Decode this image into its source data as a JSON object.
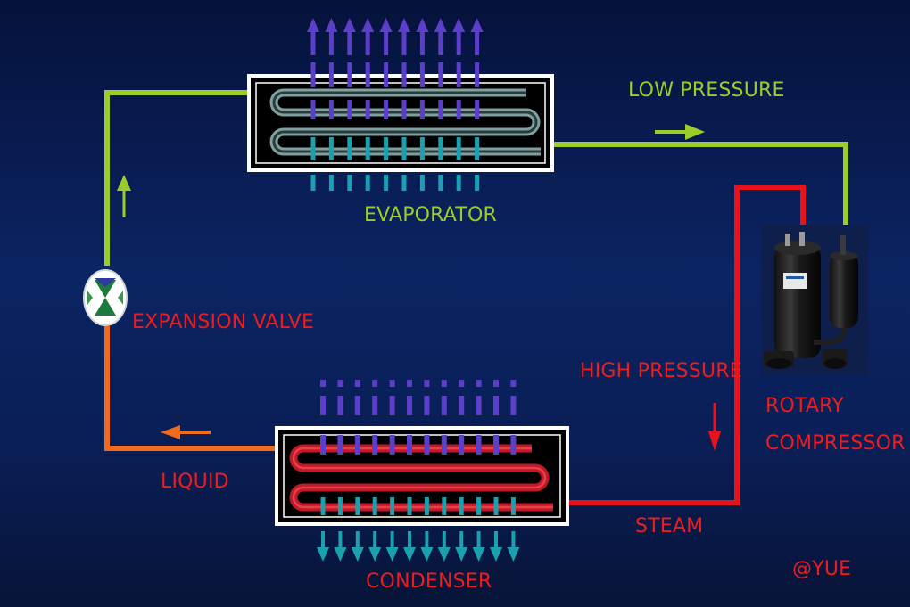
{
  "labels": {
    "low_pressure": "LOW PRESSURE",
    "evaporator": "EVAPORATOR",
    "expansion_valve": "EXPANSION VALVE",
    "high_pressure": "HIGH PRESSURE",
    "rotary": "ROTARY",
    "compressor": "COMPRESSOR",
    "liquid": "LIQUID",
    "steam": "STEAM",
    "condenser": "CONDENSER",
    "watermark": "@YUE"
  },
  "colors": {
    "low_pressure_line": "#9ccc2a",
    "high_pressure_line": "#e8121c",
    "liquid_line": "#f26b1d",
    "air_in": "#5b3fc8",
    "air_cool": "#1ba0b0"
  },
  "icons": [
    "expansion-valve-icon",
    "compressor-icon",
    "flow-arrow-icon"
  ]
}
